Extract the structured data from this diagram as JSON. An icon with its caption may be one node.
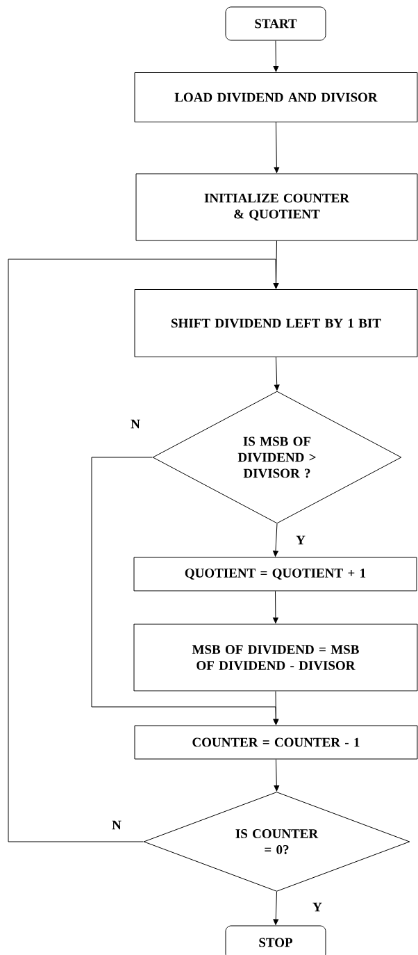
{
  "diagram": {
    "nodes": [
      {
        "text": [
          "START"
        ]
      },
      {
        "text": [
          "LOAD DIVIDEND AND DIVISOR"
        ]
      },
      {
        "text": [
          "INITIALIZE COUNTER & QUOTIENT"
        ]
      },
      {
        "text": [
          "SHIFT DIVIDEND LEFT BY 1 BIT"
        ]
      },
      {
        "text": [
          "IS MSB OF DIVIDEND > DIVISOR ?"
        ]
      },
      {
        "text": [
          "QUOTIENT = QUOTIENT + 1"
        ]
      },
      {
        "text": [
          "MSB OF DIVIDEND = MSB OF DIVIDEND - DIVISOR"
        ]
      },
      {
        "text": [
          "COUNTER = COUNTER - 1"
        ]
      },
      {
        "text": [
          "IS COUNTER = 0?"
        ]
      },
      {
        "text": [
          "STOP"
        ]
      }
    ],
    "edges": [
      {
        "from": 0,
        "to": 1,
        "arrow": "to"
      },
      {
        "from": 1,
        "to": 2,
        "arrow": "to"
      },
      {
        "from": 2,
        "to": 3,
        "arrow": "to"
      },
      {
        "from": 3,
        "to": 4,
        "arrow": "to"
      },
      {
        "from": 4,
        "to": 5,
        "arrow": "to",
        "label": "Y"
      },
      {
        "from": 5,
        "to": 6,
        "arrow": "to"
      },
      {
        "from": 4,
        "to": 7,
        "arrow": "to",
        "label": "N"
      },
      {
        "from": 6,
        "to": 7,
        "arrow": "to"
      },
      {
        "from": 7,
        "to": 8,
        "arrow": "to"
      },
      {
        "from": 8,
        "to": 9,
        "arrow": "to",
        "label": "Y"
      },
      {
        "from": 8,
        "to": 3,
        "arrow": "to",
        "label": "N"
      }
    ]
  }
}
